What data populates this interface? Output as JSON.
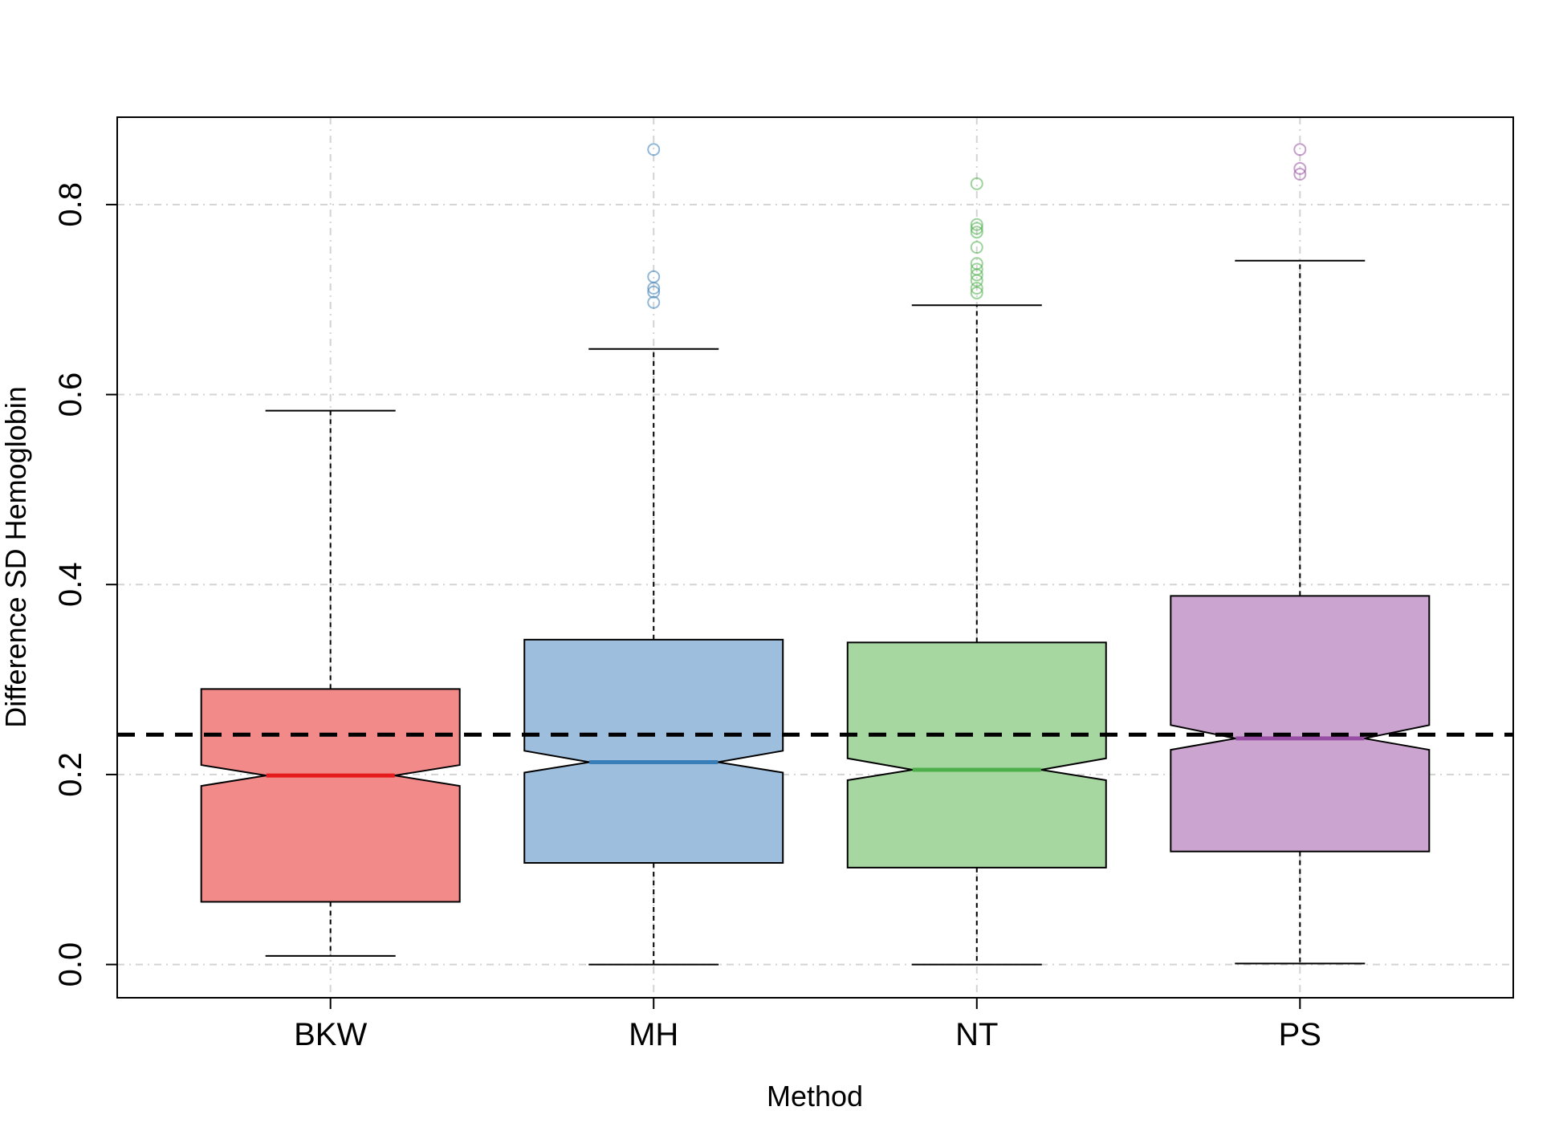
{
  "chart_data": {
    "type": "boxplot",
    "title": "",
    "xlabel": "Method",
    "ylabel": "Difference SD Hemoglobin",
    "ylim": [
      -0.035,
      0.892
    ],
    "yticks": [
      0.0,
      0.2,
      0.4,
      0.6,
      0.8
    ],
    "ytick_labels": [
      "0.0",
      "0.2",
      "0.4",
      "0.6",
      "0.8"
    ],
    "grid": true,
    "notched": true,
    "reference_line": {
      "y": 0.242,
      "style": "dashed",
      "color": "#000000"
    },
    "categories": [
      "BKW",
      "MH",
      "NT",
      "PS"
    ],
    "boxes": [
      {
        "name": "BKW",
        "whisker_low": 0.009,
        "q1": 0.066,
        "median": 0.199,
        "q3": 0.29,
        "whisker_high": 0.583,
        "notch_low": 0.188,
        "notch_high": 0.21,
        "fill": "#f28a8a",
        "median_color": "#e41a1c",
        "point_color": "#e41a1c",
        "outliers": []
      },
      {
        "name": "MH",
        "whisker_low": 0.0,
        "q1": 0.107,
        "median": 0.213,
        "q3": 0.342,
        "whisker_high": 0.648,
        "notch_low": 0.202,
        "notch_high": 0.225,
        "fill": "#9dbedd",
        "median_color": "#377eb8",
        "point_color": "#377eb8",
        "outliers": [
          0.697,
          0.708,
          0.712,
          0.724,
          0.858
        ]
      },
      {
        "name": "NT",
        "whisker_low": 0.0,
        "q1": 0.102,
        "median": 0.205,
        "q3": 0.339,
        "whisker_high": 0.694,
        "notch_low": 0.194,
        "notch_high": 0.217,
        "fill": "#a6d7a1",
        "median_color": "#4daf4a",
        "point_color": "#4daf4a",
        "outliers": [
          0.707,
          0.712,
          0.72,
          0.726,
          0.732,
          0.738,
          0.755,
          0.771,
          0.775,
          0.779,
          0.822
        ]
      },
      {
        "name": "PS",
        "whisker_low": 0.001,
        "q1": 0.119,
        "median": 0.238,
        "q3": 0.388,
        "whisker_high": 0.741,
        "notch_low": 0.226,
        "notch_high": 0.252,
        "fill": "#cca4d0",
        "median_color": "#984ea3",
        "point_color": "#984ea3",
        "outliers": [
          0.832,
          0.838,
          0.858
        ]
      }
    ]
  }
}
